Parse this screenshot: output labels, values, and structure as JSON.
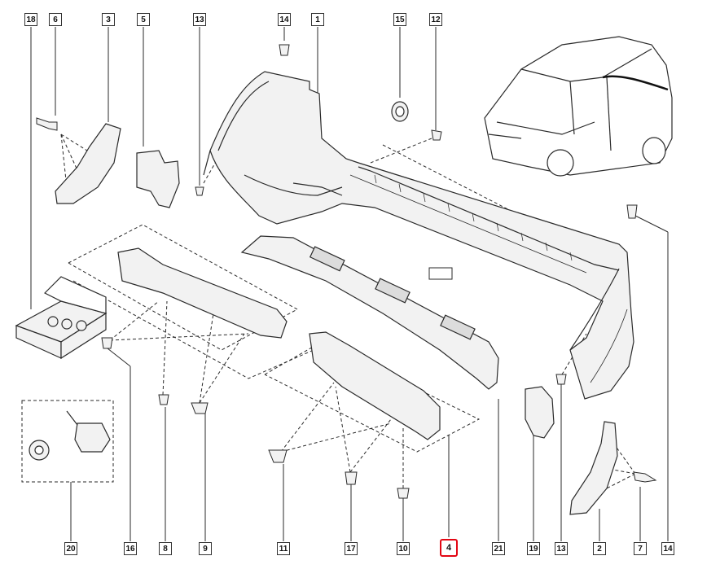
{
  "labels": {
    "l18": "18",
    "l6": "6",
    "l3": "3",
    "l5": "5",
    "l13a": "13",
    "l14a": "14",
    "l1": "1",
    "l15": "15",
    "l12": "12",
    "l20": "20",
    "l16": "16",
    "l8": "8",
    "l9": "9",
    "l11": "11",
    "l17": "17",
    "l10": "10",
    "l4": "4",
    "l21": "21",
    "l19": "19",
    "l13b": "13",
    "l2": "2",
    "l7": "7",
    "l14b": "14"
  },
  "colors": {
    "line": "#2a2a2a",
    "part_fill": "#f2f2f2",
    "shade": "#dcdcdc",
    "highlight": "#e30613"
  }
}
